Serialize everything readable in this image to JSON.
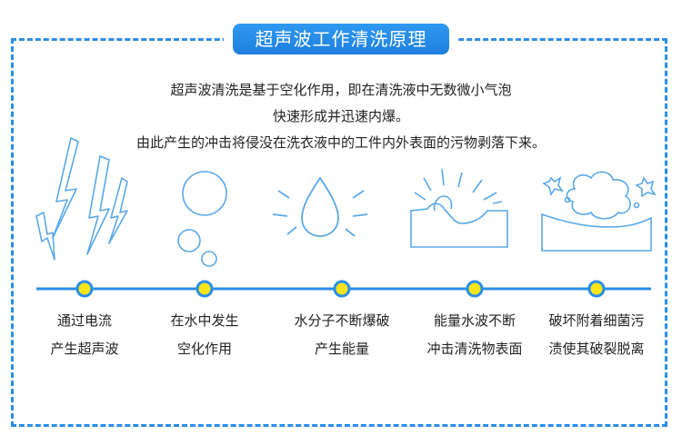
{
  "title": "超声波工作清洗原理",
  "intro": {
    "line1": "超声波清洗是基于空化作用，即在清洗液中无数微小气泡",
    "line2": "快速形成并迅速内爆。",
    "line3": "由此产生的冲击将侵没在洗衣液中的工件内外表面的污物剥落下来。"
  },
  "steps": [
    {
      "line1": "通过电流",
      "line2": "产生超声波",
      "icon": "lightning-icon"
    },
    {
      "line1": "在水中发生",
      "line2": "空化作用",
      "icon": "bubbles-icon"
    },
    {
      "line1": "水分子不断爆破",
      "line2": "产生能量",
      "icon": "water-drop-icon"
    },
    {
      "line1": "能量水波不断",
      "line2": "冲击清洗物表面",
      "icon": "wave-impact-icon"
    },
    {
      "line1": "破坏附着细菌污",
      "line2": "渍使其破裂脱离",
      "icon": "stain-break-icon"
    }
  ],
  "colors": {
    "accent": "#2a8ee8",
    "icon_stroke": "#5aa8e6",
    "node_fill": "#f7e51a"
  }
}
